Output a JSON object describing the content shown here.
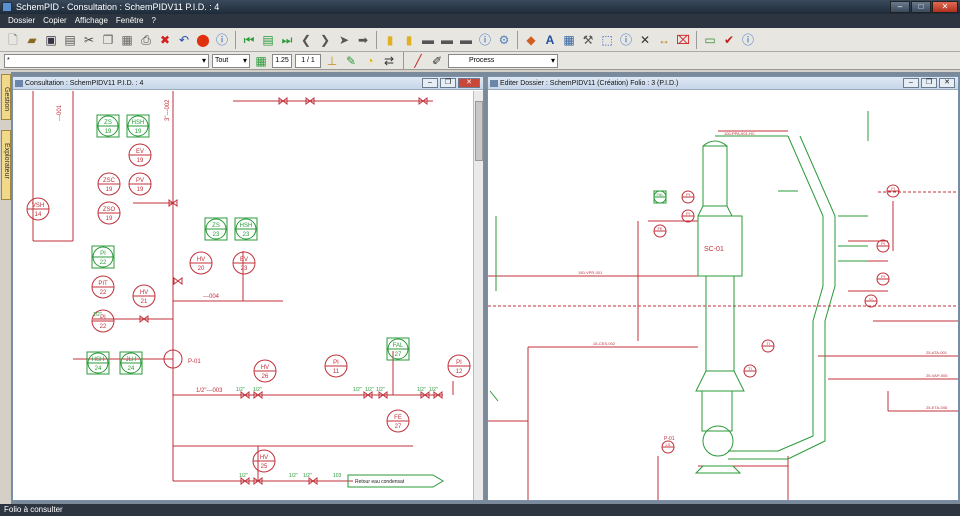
{
  "app": {
    "title": "SchemPID - Consultation : SchemPIDV11  P.I.D. : 4"
  },
  "menu": [
    "Dossier",
    "Copier",
    "Affichage",
    "Fenêtre",
    "?"
  ],
  "toolbar2": {
    "layer_value": "*",
    "filter_value": "Tout",
    "scale_value": "1.25",
    "page_value": "1 / 1",
    "line_style_value": "Process"
  },
  "sidebar": {
    "tab1": "Gestion",
    "tab2": "Explorateur"
  },
  "windows": {
    "left_title": "Consultation : SchemPIDV11  P.I.D. : 4",
    "right_title": "Editer  Dossier : SchemPIDV11  (Création)  Folio : 3  (P.I.D.)"
  },
  "left_pid": {
    "line_labels": [
      "---001",
      "3\"---002",
      "---004",
      "1/2\"---003"
    ],
    "instruments": [
      {
        "tag": "ZS",
        "num": "19"
      },
      {
        "tag": "HSH",
        "num": "19"
      },
      {
        "tag": "EV",
        "num": "19"
      },
      {
        "tag": "ZSC",
        "num": "19"
      },
      {
        "tag": "PV",
        "num": "19"
      },
      {
        "tag": "ZSO",
        "num": "19"
      },
      {
        "tag": "VSH",
        "num": "14"
      },
      {
        "tag": "PI",
        "num": "22"
      },
      {
        "tag": "PIT",
        "num": "22"
      },
      {
        "tag": "PI",
        "num": "22"
      },
      {
        "tag": "HV",
        "num": "21"
      },
      {
        "tag": "ZS",
        "num": "23"
      },
      {
        "tag": "HSH",
        "num": "23"
      },
      {
        "tag": "HV",
        "num": "20"
      },
      {
        "tag": "EV",
        "num": "23"
      },
      {
        "tag": "HSH",
        "num": "24"
      },
      {
        "tag": "JLH",
        "num": "24"
      },
      {
        "tag": "HV",
        "num": "26"
      },
      {
        "tag": "PI",
        "num": "11"
      },
      {
        "tag": "FAL",
        "num": "27"
      },
      {
        "tag": "PI",
        "num": "12"
      },
      {
        "tag": "FE",
        "num": "27"
      },
      {
        "tag": "HV",
        "num": "25"
      }
    ],
    "pump_label": "P-01",
    "size_labels": [
      "1/2\"",
      "1/2\"",
      "1/2\"",
      "1/2\"",
      "1/2\"",
      "1/2\"",
      "1/2\"",
      "1/2\"",
      "1/2\"",
      "1/2\"",
      "1/2\""
    ],
    "offpage_text": "Retour eau condensat",
    "offpage_code": "103"
  },
  "right_pid": {
    "column_label": "SC-01",
    "pump_label": "P-01",
    "line_labels": [
      "100-PPA-001-HC",
      "150-VPR-001",
      "15-CES-002",
      "25-ATA-001",
      "25-VAP-005",
      "25-ETA-006"
    ],
    "instrument_labels": [
      "FAL",
      "FE",
      "PI",
      "PI",
      "PI",
      "PI",
      "PI",
      "LI",
      "TI",
      "TI",
      "LS"
    ]
  },
  "status": "Folio à consulter",
  "colors": {
    "pid_red": "#c0303a",
    "pid_green": "#2a9a3a",
    "title_dark": "#2c3540"
  }
}
